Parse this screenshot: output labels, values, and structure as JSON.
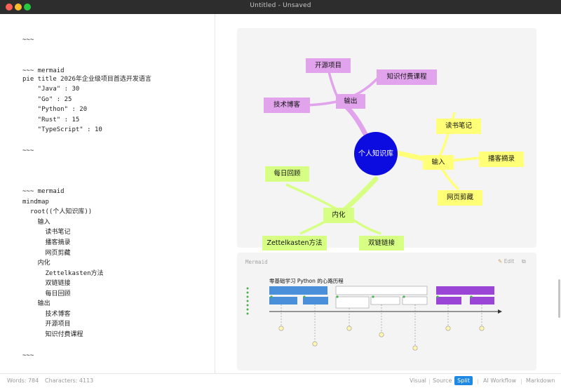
{
  "window": {
    "title": "Untitled - Unsaved"
  },
  "editor_lines": [
    "~~~",
    "",
    "",
    "",
    "~~~ mermaid",
    "pie title 2026年企业级项目首选开发语言",
    "    \"Java\" : 30",
    "    \"Go\" : 25",
    "    \"Python\" : 20",
    "    \"Rust\" : 15",
    "    \"TypeScript\" : 10",
    "",
    "~~~",
    "",
    "",
    "",
    "~~~ mermaid",
    "mindmap",
    "  root((个人知识库))",
    "    输入",
    "      读书笔记",
    "      播客摘录",
    "      网页剪藏",
    "    内化",
    "      Zettelkasten方法",
    "      双链链接",
    "      每日回顾",
    "    输出",
    "      技术博客",
    "      开源项目",
    "      知识付费课程",
    "",
    "~~~"
  ],
  "mindmap": {
    "root": "个人知识库",
    "branches": [
      {
        "label": "输出",
        "color": "#e0a3ec",
        "children": [
          "开源项目",
          "知识付费课程",
          "技术博客"
        ]
      },
      {
        "label": "输入",
        "color": "#ffff78",
        "children": [
          "读书笔记",
          "播客摘录",
          "网页剪藏"
        ]
      },
      {
        "label": "内化",
        "color": "#d6ff84",
        "children": [
          "每日回顾",
          "Zettelkasten方法",
          "双链链接"
        ]
      }
    ],
    "root_color": "#0c0ce0"
  },
  "mermaid_card": {
    "label": "Mermaid",
    "edit_label": "Edit",
    "timeline_title": "零基础学习 Python 的心路历程"
  },
  "status": {
    "words": "Words: 784",
    "characters": "Characters: 4113",
    "modes": [
      "Visual",
      "Source",
      "Split"
    ],
    "active_mode": "Split",
    "ai_workflow": "AI Workflow",
    "markdown": "Markdown"
  },
  "colors": {
    "accent": "#1e88e5",
    "timeline_blue": "#4a8fd9",
    "timeline_purple": "#9b45d6"
  }
}
